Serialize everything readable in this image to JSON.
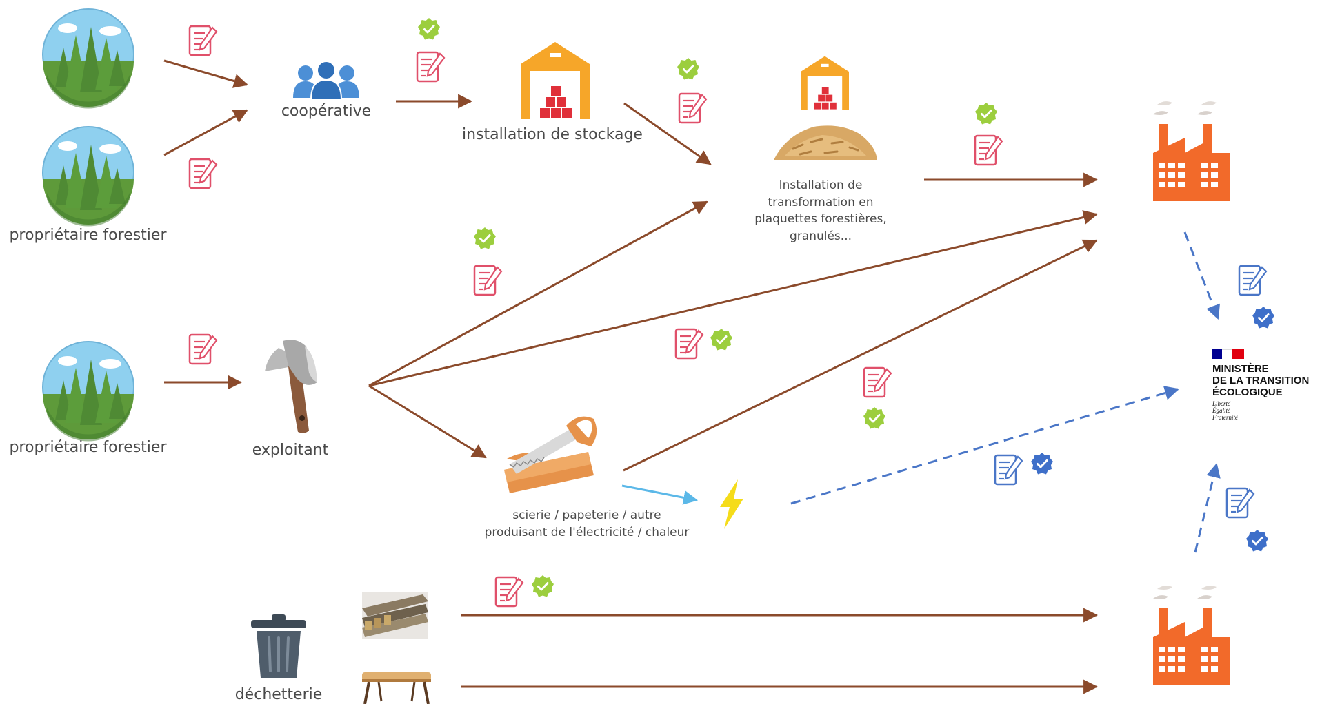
{
  "nodes": {
    "owner_1_label": "propriétaire forestier",
    "owner_2_label": "propriétaire forestier",
    "cooperative_label": "coopérative",
    "storage_label": "installation de stockage",
    "transformation_label_lines": [
      "Installation de",
      "transformation en",
      "plaquettes forestières,",
      "granulés..."
    ],
    "exploitant_label": "exploitant",
    "sawmill_label_lines": [
      "scierie / papeterie / autre",
      "produisant de l'électricité / chaleur"
    ],
    "dechetterie_label": "déchetterie"
  },
  "ministry": {
    "name": "MINISTÈRE\nDE LA TRANSITION\nÉCOLOGIQUE",
    "motto": "Liberté\nÉgalité\nFraternité",
    "flag_colors": [
      "#000091",
      "#ffffff",
      "#e1000f"
    ]
  },
  "colors": {
    "flow_arrow": "#8b4a2b",
    "ministry_arrow": "#4a76c7",
    "electricity_arrow": "#5bb8e8",
    "document_red": "#e0506a",
    "document_blue": "#4a76c7",
    "check_green": "#9cce3e",
    "badge_blue": "#3e6fc9",
    "factory_orange": "#f26a2a",
    "warehouse_orange": "#f6a629",
    "bolt_yellow": "#f5dc1a"
  },
  "icons": [
    "forest-icon",
    "people-icon",
    "warehouse-icon",
    "wood-chips-icon",
    "factory-icon",
    "axe-icon",
    "saw-icon",
    "lightning-icon",
    "trash-bin-icon",
    "wood-beams-icon",
    "table-icon",
    "document-icon",
    "check-icon",
    "verified-badge-icon"
  ]
}
